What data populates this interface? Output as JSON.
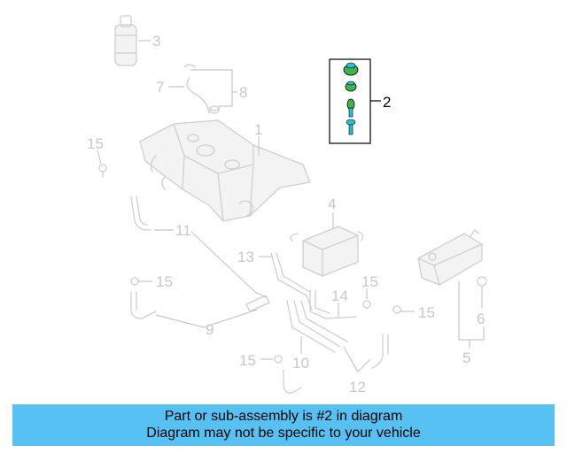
{
  "diagram": {
    "highlighted_part": "2",
    "callouts": {
      "c1": "1",
      "c2": "2",
      "c3": "3",
      "c4": "4",
      "c5": "5",
      "c6": "6",
      "c7": "7",
      "c8": "8",
      "c9": "9",
      "c10": "10",
      "c11": "11",
      "c12": "12",
      "c13": "13",
      "c14": "14",
      "c15a": "15",
      "c15b": "15",
      "c15c": "15",
      "c15d": "15",
      "c15e": "15"
    },
    "colors": {
      "faded": "#cfcfcf",
      "highlight": "#2bbfd6",
      "highlight_green": "#3cb54a",
      "banner": "#57c1f3"
    }
  },
  "banner": {
    "line1": "Part or sub-assembly is #2 in diagram",
    "line2": "Diagram may not be specific to your vehicle"
  }
}
